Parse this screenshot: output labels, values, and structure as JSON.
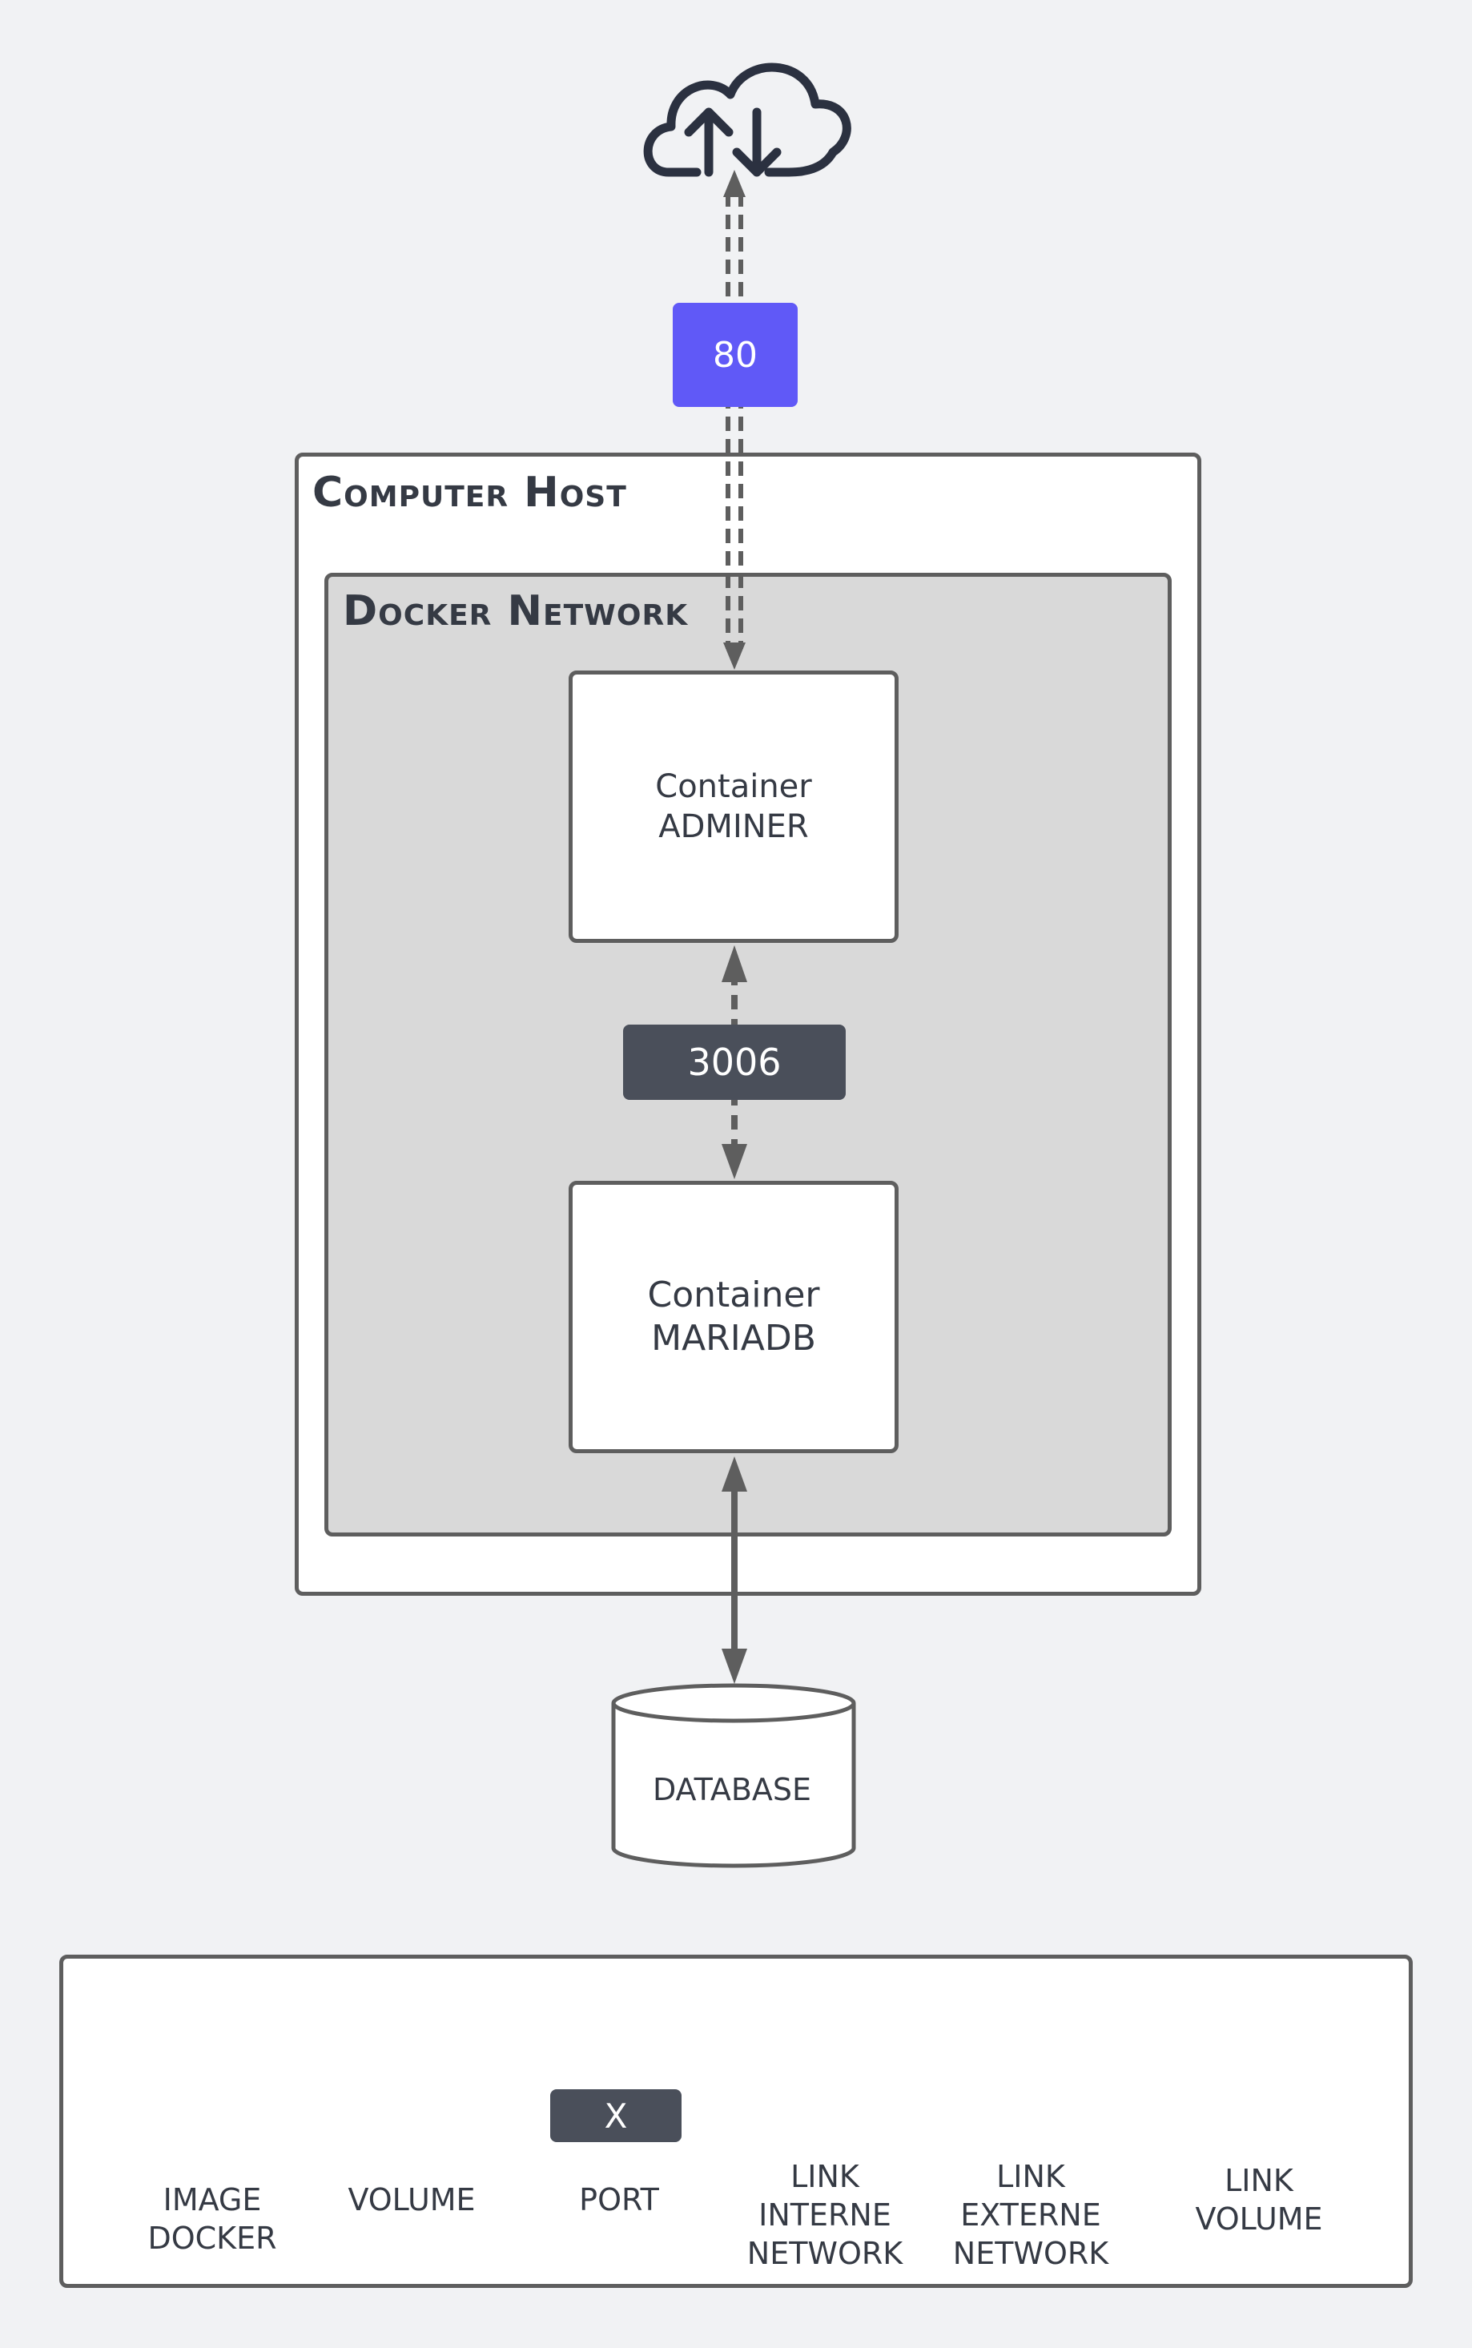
{
  "diagram": {
    "groups": {
      "host_title": "Computer Host",
      "network_title": "Docker Network"
    },
    "containers": [
      {
        "line1": "Container",
        "line2": "ADMINER"
      },
      {
        "line1": "Container",
        "line2": "MARIADB"
      }
    ],
    "ports": {
      "external": "80",
      "internal": "3006"
    },
    "volume": {
      "label": "DATABASE"
    },
    "icons": {
      "cloud": "cloud-upload-download-icon"
    },
    "colors": {
      "background": "#f1f2f4",
      "stroke": "#5e5e5e",
      "external_port": "#6059f7",
      "internal_port": "#4a4f5a",
      "network_fill": "#d9d9d9",
      "text": "#353a44"
    }
  },
  "legend": {
    "image_docker": [
      "IMAGE",
      "DOCKER"
    ],
    "volume": [
      "VOLUME"
    ],
    "port": [
      "PORT"
    ],
    "port_symbol": "X",
    "link_internal": [
      "LINK",
      "INTERNE",
      "NETWORK"
    ],
    "link_external": [
      "LINK",
      "EXTERNE",
      "NETWORK"
    ],
    "link_volume": [
      "LINK",
      "VOLUME"
    ]
  }
}
